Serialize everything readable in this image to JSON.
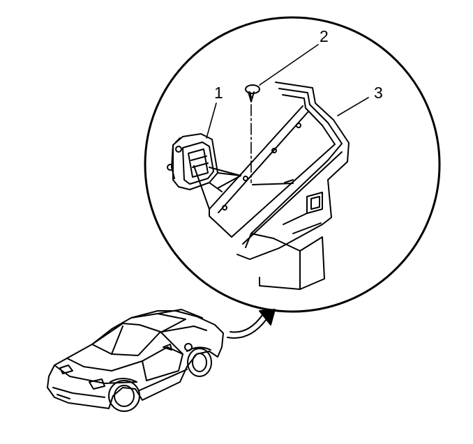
{
  "diagram": {
    "callouts": [
      {
        "id": "1",
        "label": "1",
        "part": "blower-motor-module"
      },
      {
        "id": "2",
        "label": "2",
        "part": "screw"
      },
      {
        "id": "3",
        "label": "3",
        "part": "duct-housing"
      }
    ],
    "line_color": "#000000",
    "background": "#ffffff"
  }
}
